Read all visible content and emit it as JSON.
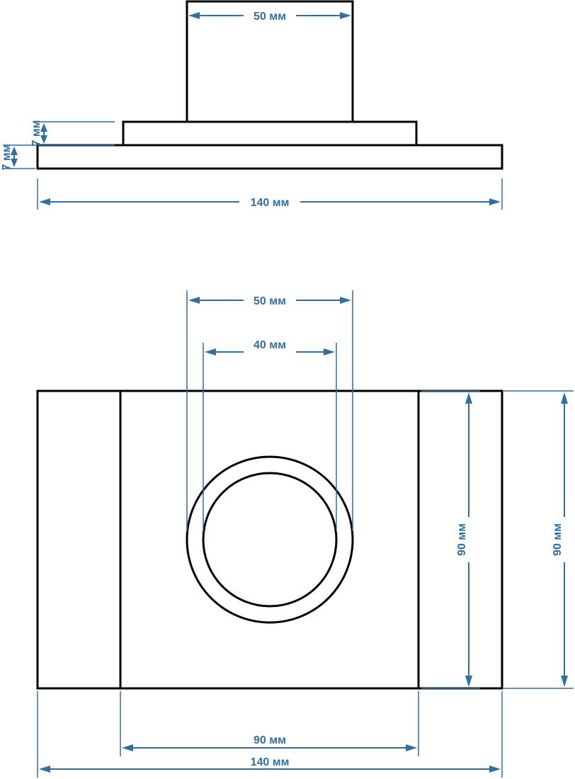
{
  "colors": {
    "outline": "#000000",
    "dimension": "#2f6fa3",
    "background": "#ffffff"
  },
  "side_view": {
    "top_width": "50 мм",
    "flange_height": "7 мм",
    "base_height": "7 мм",
    "overall_width": "140 мм"
  },
  "top_view": {
    "outer_diameter": "50 мм",
    "inner_diameter": "40 мм",
    "inner_height": "90 мм",
    "overall_height": "90 мм",
    "middle_width": "90 мм",
    "overall_width": "140 мм"
  }
}
